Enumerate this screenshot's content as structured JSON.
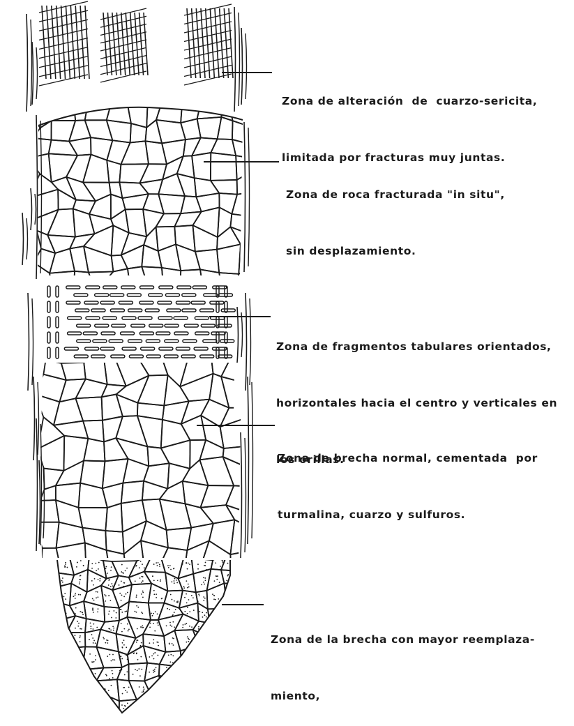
{
  "figure": {
    "zones": [
      {
        "id": "alteracion",
        "lines": [
          "Zona de alteración  de  cuarzo-sericita,",
          "limitada por fracturas muy juntas."
        ]
      },
      {
        "id": "fracturada",
        "lines": [
          "Zona de roca fracturada \"in situ\",",
          "sin desplazamiento."
        ]
      },
      {
        "id": "tabulares",
        "lines": [
          "Zona de fragmentos tabulares orientados,",
          "horizontales hacia el centro y verticales en",
          "los orillas."
        ]
      },
      {
        "id": "brecha-normal",
        "lines": [
          "Zona de brecha normal, cementada  por",
          "turmalina, cuarzo y sulfuros."
        ]
      },
      {
        "id": "reemplazamiento",
        "lines": [
          "Zona de la brecha con mayor reemplaza-",
          "miento,"
        ]
      }
    ],
    "colors": {
      "ink": "#1b1b1b",
      "paper": "#ffffff"
    }
  }
}
